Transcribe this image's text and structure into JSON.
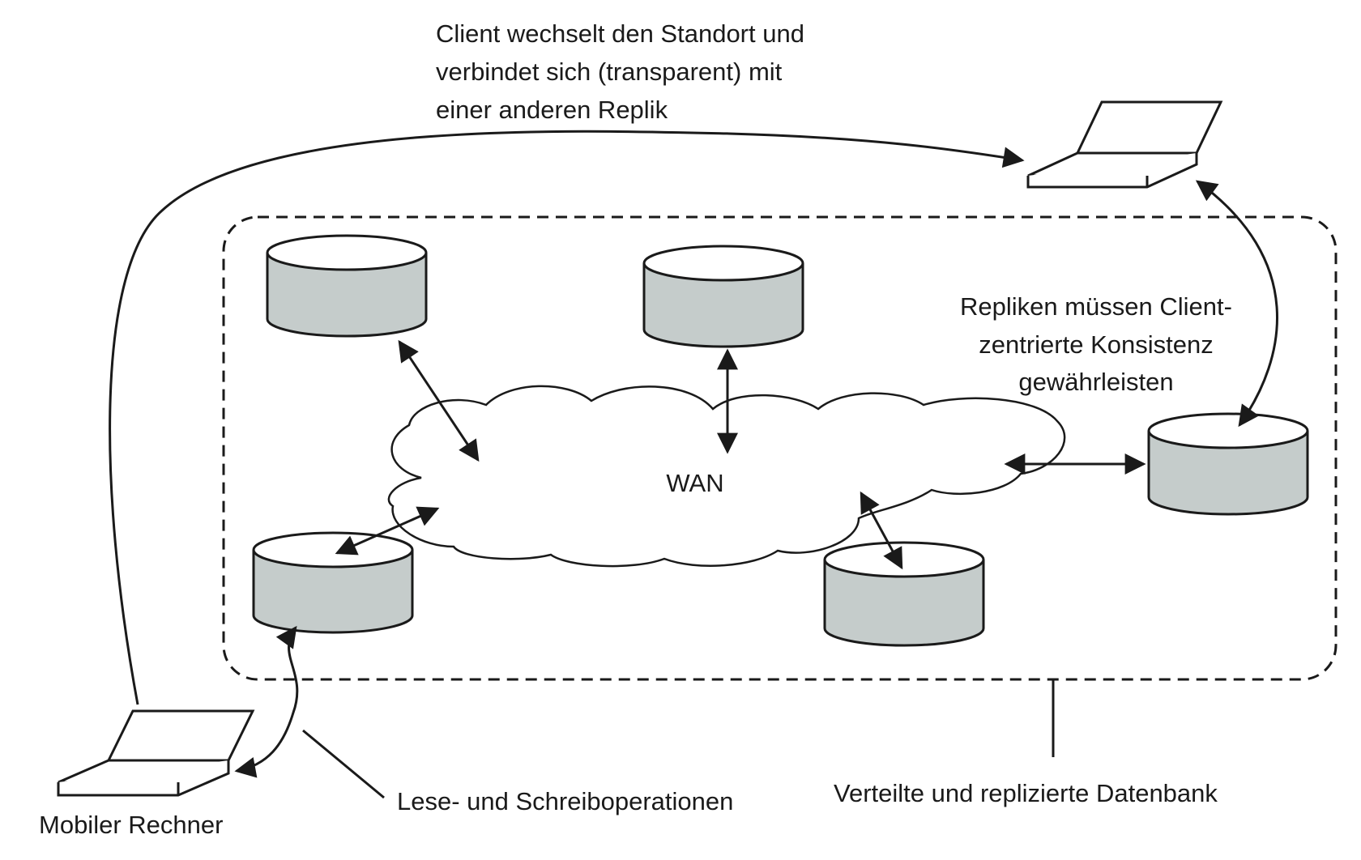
{
  "labels": {
    "client_moves": [
      "Client wechselt den Standort und",
      "verbindet sich (transparent) mit",
      "einer anderen Replik"
    ],
    "replicas_must": [
      "Repliken müssen Client-",
      "zentrierte Konsistenz",
      "gewährleisten"
    ],
    "wan": "WAN",
    "mobile_computer": "Mobiler Rechner",
    "read_write_ops": "Lese- und Schreiboperationen",
    "distributed_db": "Verteilte und replizierte Datenbank"
  },
  "colors": {
    "stroke": "#1a1a1a",
    "cylinder_fill": "#c5cccb",
    "background": "#ffffff"
  }
}
